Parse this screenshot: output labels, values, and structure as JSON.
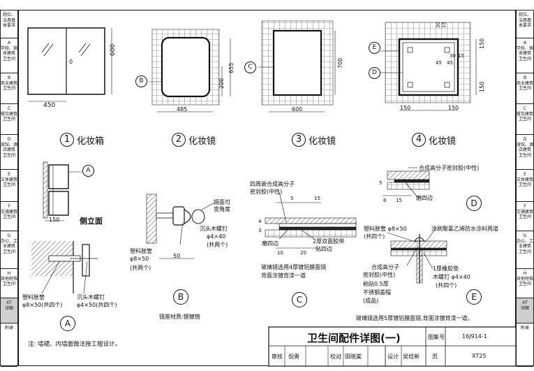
{
  "sidebar": {
    "cells": [
      {
        "code": "",
        "lines": [
          "厕位、",
          "洁具基",
          "本要求"
        ]
      },
      {
        "code": "A",
        "lines": [
          "学校、宿",
          "舍建筑",
          "卫生间"
        ]
      },
      {
        "code": "B",
        "lines": [
          "商业建筑",
          "卫生间"
        ]
      },
      {
        "code": "C",
        "lines": [
          "餐饮建筑",
          "卫生间"
        ]
      },
      {
        "code": "D",
        "lines": [
          "旅馆、酒",
          "店建筑",
          "卫生间"
        ]
      },
      {
        "code": "E",
        "lines": [
          "文体建筑",
          "卫生间"
        ]
      },
      {
        "code": "F",
        "lines": [
          "交通建筑",
          "卫生间"
        ]
      },
      {
        "code": "G",
        "lines": [
          "办公、工",
          "业建筑",
          "卫生间"
        ]
      },
      {
        "code": "H",
        "lines": [
          "其他特殊",
          "卫生间"
        ]
      },
      {
        "code": "XT",
        "lines": [
          "详图"
        ]
      },
      {
        "code": "",
        "lines": [
          "附录"
        ]
      }
    ]
  },
  "figures": {
    "f1": {
      "num": "1",
      "title": "化妆箱",
      "w": "450",
      "h": "600",
      "hinge": "0"
    },
    "f2": {
      "num": "2",
      "title": "化妆镜",
      "w": "485",
      "h": "655",
      "h2": "200",
      "tag": "B"
    },
    "f3": {
      "num": "3",
      "title": "化妆镜",
      "w": "600",
      "h": "700",
      "tag": "C"
    },
    "f4": {
      "num": "4",
      "title": "化妆镜",
      "w1": "150",
      "w2": "150",
      "h1": "150",
      "h2": "150",
      "d30a": "30",
      "d30b": "30",
      "d15a": "15",
      "d15b": "15",
      "d45a": "45",
      "d45b": "45",
      "tagE": "E",
      "tagD": "D"
    },
    "side_view": {
      "title": "侧立面",
      "dim": "150",
      "tag": "A"
    },
    "dA": {
      "tag": "A",
      "label1": "塑料胀管",
      "label1b": "φ8×50(共四个)",
      "label2": "沉头木螺钉",
      "label2b": "φ4×50(共四个)"
    },
    "dB": {
      "tag": "B",
      "note1": "镜面可",
      "note1b": "变角度",
      "screw1": "沉头木螺钉",
      "screw1b": "φ4×40",
      "screw1c": "(共两个)",
      "anchor": "塑料胀管",
      "anchorb": "φ8×50",
      "anchorc": "(共两个)",
      "dim": "50",
      "material": "镜座材质:钢镀铬"
    },
    "dC": {
      "tag": "C",
      "top1": "四周嵌合成高分子",
      "top2": "密封胶(中性)",
      "d5": "5",
      "d15": "15",
      "edge": "磨四边",
      "tape1": "2厚双面胶带",
      "tape2": "贴四边",
      "d10": "10",
      "d20": "20",
      "d4": "4",
      "d3": "3",
      "note1": "玻璃镜选用4厚镀铝膜面镜",
      "note2": "背面涂镀背漆一道"
    },
    "dD": {
      "tag": "D",
      "label": "合成高分子密封胶(中性)",
      "edge": "磨四边",
      "d6": "6",
      "d15": "15",
      "d5": "5"
    },
    "dE": {
      "tag": "E",
      "anchor": "塑料胀管 φ8×50",
      "anchorb": "(共四个)",
      "coat": "涂刷聚氯乙烯防水涂料两道",
      "seal1": "合成高分子",
      "seal2": "密封胶(中性)",
      "seal3": "粘贴0.5厚",
      "seal4": "不锈钢盖帽",
      "seal5": "(成品)",
      "pad": "1厚橡胶垫",
      "screw": "木螺钉 φ4×40",
      "screwb": "(共四个)",
      "note": "玻璃镜选用5厚镀铝膜面镜,背面涂镀背漆一道。"
    }
  },
  "note": "注:  墙裙、内墙面做法按工程设计。",
  "titleblock": {
    "title": "卫生间配件详图(一)",
    "atlas_label": "图集号",
    "atlas_no": "16J914-1",
    "review_label": "审核",
    "reviewer": "倪勇",
    "check_label": "校对",
    "checker": "田晓棠",
    "design_label": "设计",
    "designer": "吴培新",
    "page_label": "页",
    "page_no": "XT25"
  }
}
